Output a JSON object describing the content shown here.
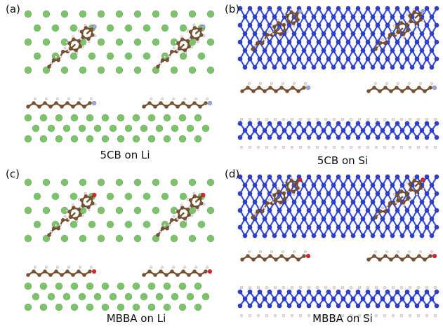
{
  "figure": {
    "panels": [
      {
        "id": "a",
        "label": "(a)",
        "caption": "5CB on Li",
        "substrate": "Li",
        "molecule": "5CB"
      },
      {
        "id": "b",
        "label": "(b)",
        "caption": "5CB on Si",
        "substrate": "Si",
        "molecule": "5CB"
      },
      {
        "id": "c",
        "label": "(c)",
        "caption": "MBBA on Li",
        "substrate": "Li",
        "molecule": "MBBA"
      },
      {
        "id": "d",
        "label": "(d)",
        "caption": "MBBA on Si",
        "substrate": "Si",
        "molecule": "MBBA"
      }
    ],
    "colors": {
      "lithium": "#7cc46a",
      "lithium_dark": "#4f9a40",
      "silicon": "#2c3fd0",
      "silicon_bond": "#3a4fe0",
      "carbon": "#7a5232",
      "hydrogen": "#f1dede",
      "nitrogen": "#9aa6d8",
      "oxygen": "#d8262a"
    }
  }
}
